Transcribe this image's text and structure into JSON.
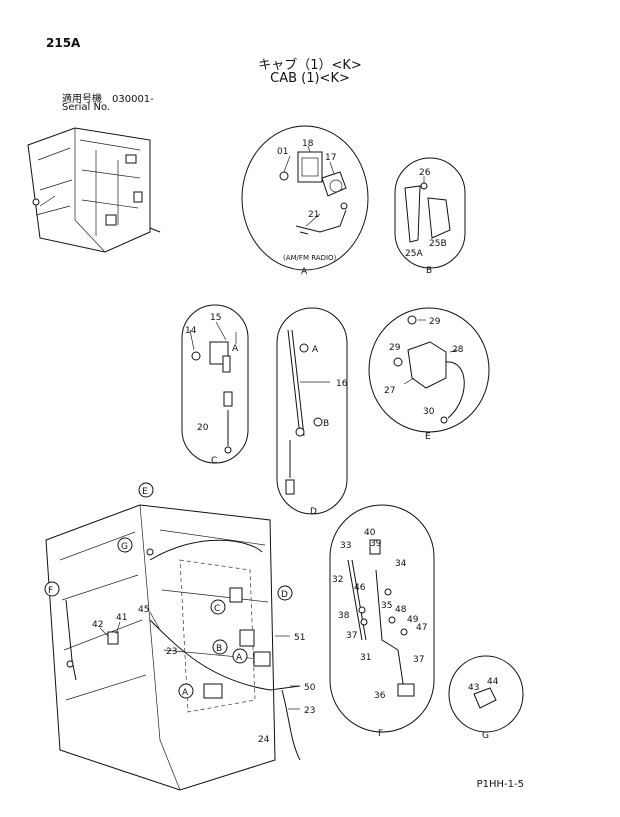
{
  "header": {
    "page_number": "215A",
    "title_jp": "キャブ（1）<K>",
    "title_en": "CAB (1)<K>",
    "serial_label_jp": "適用号機　030001-",
    "serial_label_en": "Serial No."
  },
  "footer": {
    "code": "P1HH-1-5"
  },
  "details": {
    "A": {
      "letter": "A",
      "caption": "(AM/FM RADIO)",
      "parts": [
        "01",
        "18",
        "17",
        "21"
      ]
    },
    "B": {
      "letter": "B",
      "parts": [
        "26",
        "25A",
        "25B"
      ]
    },
    "C": {
      "letter": "C",
      "parts": [
        "14",
        "15",
        "20"
      ]
    },
    "D": {
      "letter": "D",
      "parts": [
        "16"
      ]
    },
    "E": {
      "letter": "E",
      "parts": [
        "29",
        "29",
        "27",
        "28",
        "30"
      ]
    },
    "F": {
      "letter": "F",
      "parts": [
        "40",
        "39",
        "33",
        "34",
        "32",
        "46",
        "35",
        "48",
        "38",
        "49",
        "47",
        "37",
        "31",
        "37",
        "36"
      ]
    },
    "G": {
      "letter": "G",
      "parts": [
        "43",
        "44"
      ]
    }
  },
  "main_view": {
    "callouts": [
      "E",
      "G",
      "F",
      "C",
      "D",
      "B",
      "A",
      "A"
    ],
    "parts": [
      "45",
      "42",
      "41",
      "23",
      "51",
      "50",
      "23",
      "24"
    ]
  }
}
